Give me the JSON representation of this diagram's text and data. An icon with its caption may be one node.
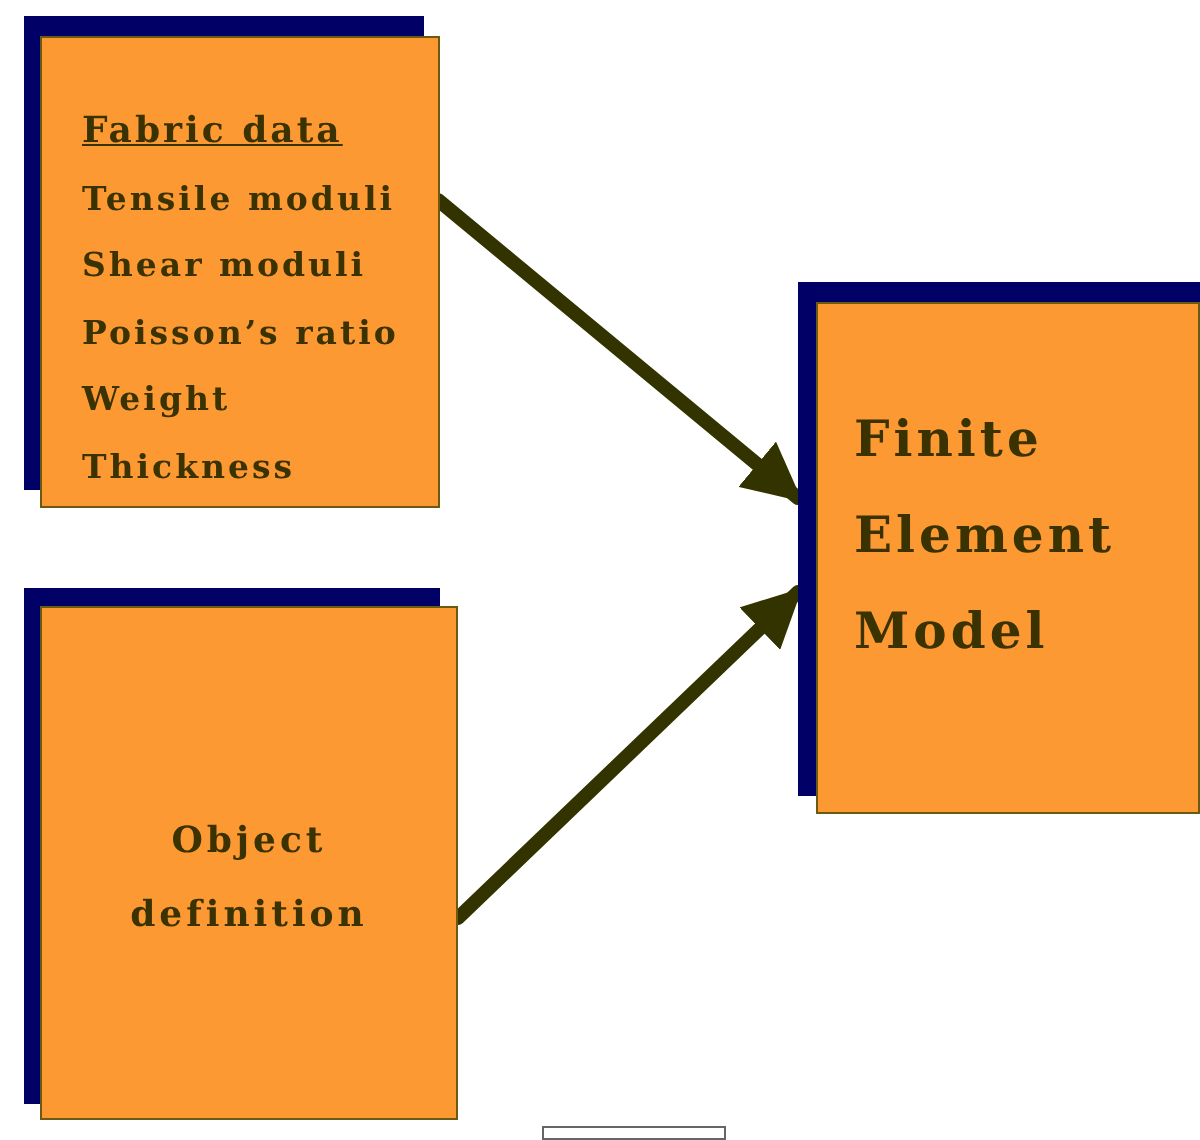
{
  "diagram": {
    "nodes": [
      {
        "text": [
          "Fabric data",
          "Tensile moduli",
          "Shear moduli",
          "Poisson’s ratio",
          "Weight",
          "Thickness"
        ]
      },
      {
        "text": [
          "Object definition"
        ]
      },
      {
        "text": [
          "Finite Element Model"
        ]
      },
      {
        "text": [],
        "shape": "box"
      }
    ],
    "edges": [
      {
        "from": 0,
        "to": 2,
        "arrow": "to"
      },
      {
        "from": 1,
        "to": 2,
        "arrow": "to"
      }
    ]
  }
}
